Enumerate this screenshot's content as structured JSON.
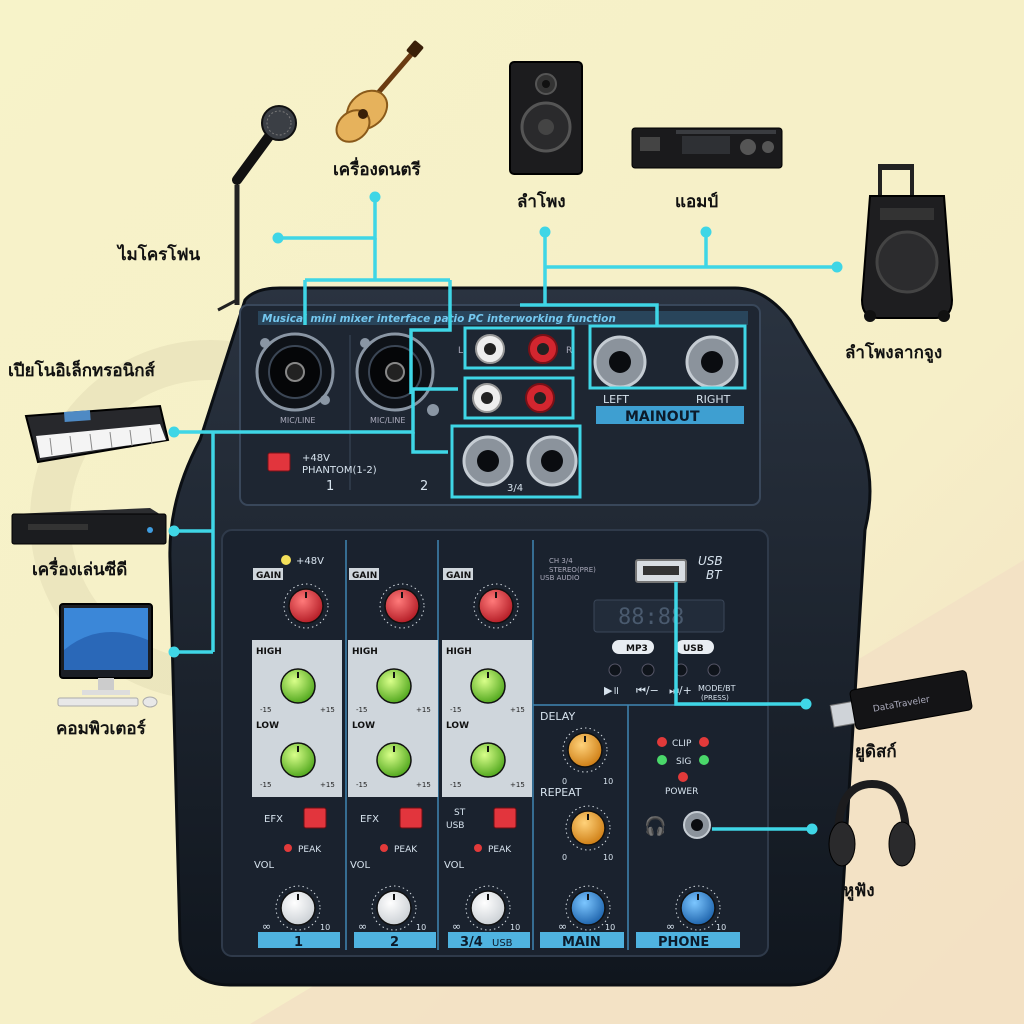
{
  "colors": {
    "bg_top": "#f6f2c6",
    "bg_bottom": "#f3e2c4",
    "connector": "#3fd6e6",
    "panel": "#1d2735",
    "panel_text": "#d7e3ee",
    "label_bar": "#4fb3e0",
    "eq_bg": "#cfd6dc",
    "knob_red": "#e0303a",
    "knob_green": "#8ee035",
    "knob_orange": "#f3a42a",
    "knob_blue": "#2f8fdc",
    "knob_white": "#ffffff"
  },
  "devices": {
    "microphone": "ไมโครโฟน",
    "instrument": "เครื่องดนตรี",
    "speaker": "ลำโพง",
    "amp": "แอมป์",
    "trolley_speaker": "ลำโพงลากจูง",
    "keyboard": "เปียโนอิเล็กทรอนิกส์",
    "cd_player": "เครื่องเล่นซีดี",
    "computer": "คอมพิวเตอร์",
    "usb_drive": "ยูดิสก์",
    "headphones": "หูฟัง"
  },
  "mixer": {
    "top_strip": "Musical mini mixer interface patio PC interworking function",
    "phantom": "+48V",
    "phantom_sub": "PHANTOM(1-2)",
    "xlr_label": "MIC/LINE",
    "input_1": "1",
    "input_2": "2",
    "jack_34": "3/4",
    "rca_l": "L",
    "rca_r": "R",
    "out_left": "LEFT",
    "out_right": "RIGHT",
    "mainout": "MAINOUT",
    "phantom_led": "+48V",
    "gain": "GAIN",
    "high": "HIGH",
    "low": "LOW",
    "efx": "EFX",
    "st_usb": "ST",
    "usb_sel": "USB",
    "peak": "PEAK",
    "vol": "VOL",
    "ch1": "1",
    "ch2": "2",
    "ch34": "3/4",
    "ch34_usb": "USB",
    "main": "MAIN",
    "phone": "PHONE",
    "delay": "DELAY",
    "repeat": "REPEAT",
    "clip": "CLIP",
    "sig": "SIG",
    "power": "POWER",
    "usb_top": "USB",
    "bt_top": "BT",
    "ch34_sel": "CH 3/4",
    "stereo_pre": "STEREO(PRE)",
    "usb_audio": "USB AUDIO",
    "mp3": "MP3",
    "usb_badge": "USB",
    "mode_bt": "MODE/BT",
    "press": "(PRESS)",
    "scale_min": "-15",
    "scale_max": "+15",
    "zero": "0",
    "ten": "10",
    "inf": "∞",
    "display": "88:88"
  }
}
